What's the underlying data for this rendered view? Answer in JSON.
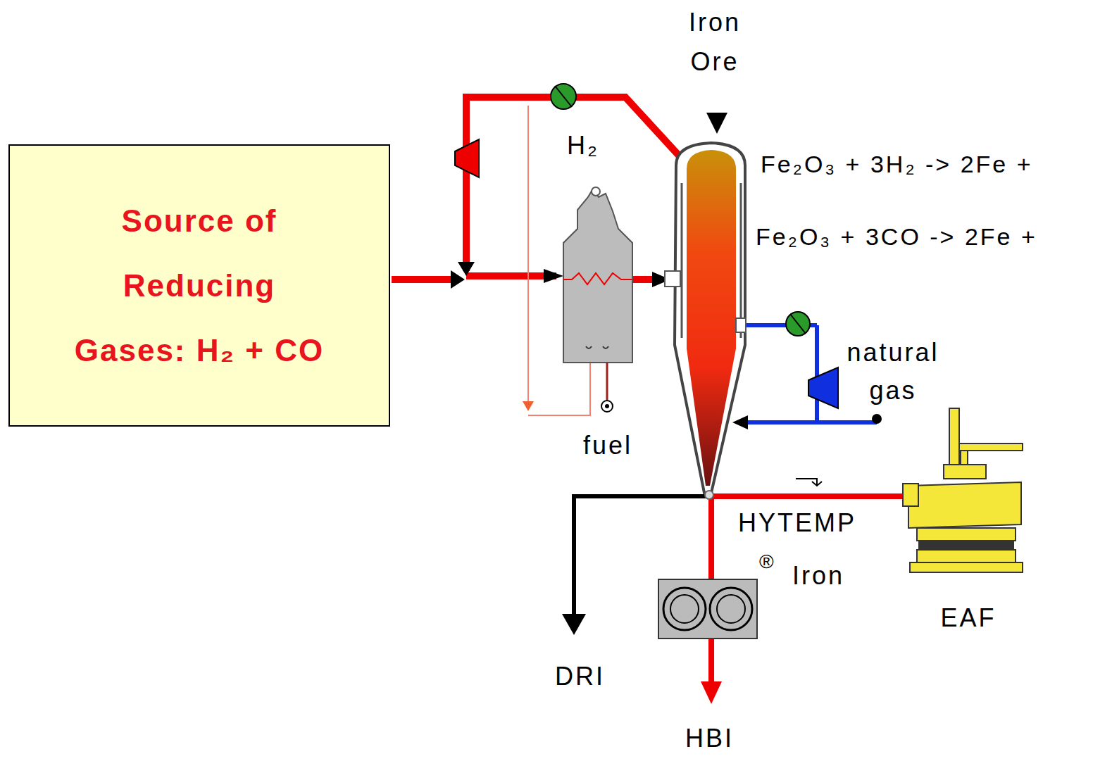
{
  "diagram": {
    "nodes": [
      {
        "text": [
          "Source of Reducing Gases: H₂ + CO"
        ]
      },
      {
        "text": [
          "EAF"
        ]
      }
    ],
    "labels": [
      "Iron Ore",
      "H₂",
      "Fe₂O₃ + 3H₂ -> 2Fe +",
      "Fe₂O₃ + 3CO -> 2Fe +",
      "natural gas",
      "fuel",
      "HYTEMP",
      "®",
      "Iron",
      "DRI",
      "HBI"
    ]
  }
}
